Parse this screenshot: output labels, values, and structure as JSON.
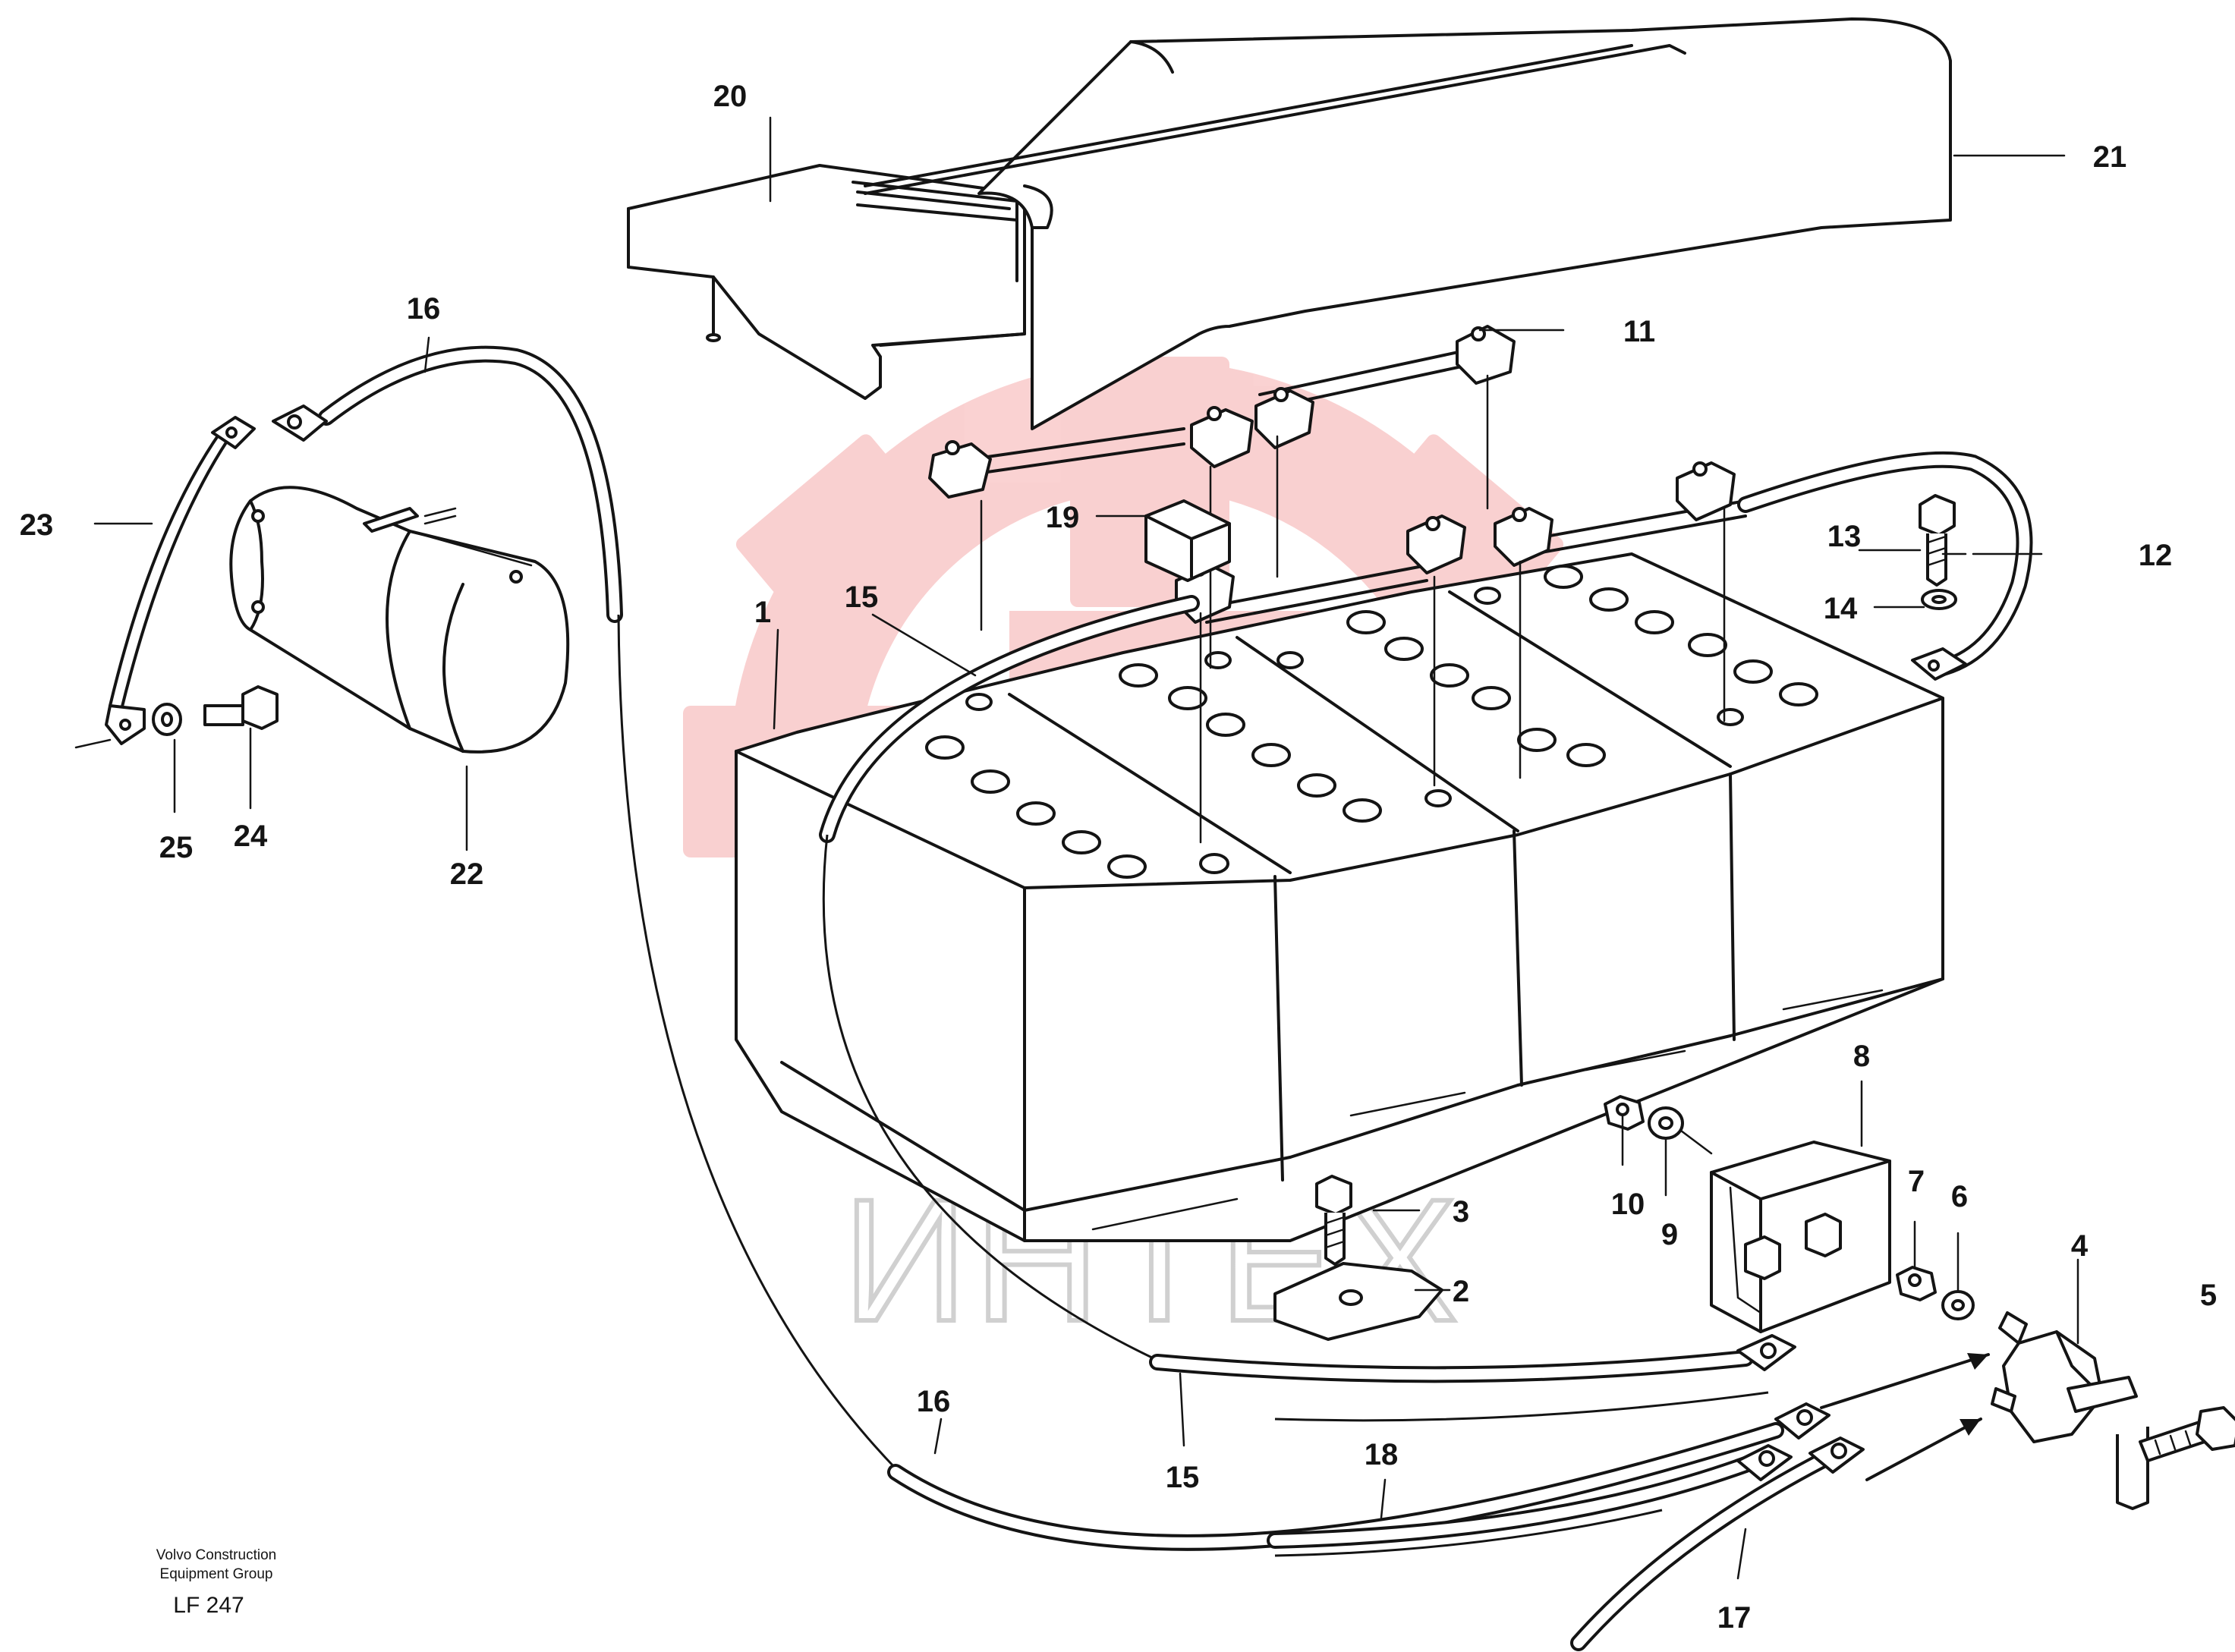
{
  "diagram": {
    "callouts": [
      {
        "id": "c1",
        "label": "1"
      },
      {
        "id": "c2",
        "label": "2"
      },
      {
        "id": "c3",
        "label": "3"
      },
      {
        "id": "c4",
        "label": "4"
      },
      {
        "id": "c5",
        "label": "5"
      },
      {
        "id": "c6",
        "label": "6"
      },
      {
        "id": "c7",
        "label": "7"
      },
      {
        "id": "c8",
        "label": "8"
      },
      {
        "id": "c9",
        "label": "9"
      },
      {
        "id": "c10",
        "label": "10"
      },
      {
        "id": "c11",
        "label": "11"
      },
      {
        "id": "c12",
        "label": "12"
      },
      {
        "id": "c13",
        "label": "13"
      },
      {
        "id": "c14",
        "label": "14"
      },
      {
        "id": "c15a",
        "label": "15"
      },
      {
        "id": "c15b",
        "label": "15"
      },
      {
        "id": "c16a",
        "label": "16"
      },
      {
        "id": "c16b",
        "label": "16"
      },
      {
        "id": "c17",
        "label": "17"
      },
      {
        "id": "c18",
        "label": "18"
      },
      {
        "id": "c19",
        "label": "19"
      },
      {
        "id": "c20",
        "label": "20"
      },
      {
        "id": "c21",
        "label": "21"
      },
      {
        "id": "c22",
        "label": "22"
      },
      {
        "id": "c23",
        "label": "23"
      },
      {
        "id": "c24",
        "label": "24"
      },
      {
        "id": "c25",
        "label": "25"
      }
    ],
    "caption": {
      "line1": "Volvo Construction",
      "line2": "Equipment Group",
      "code": "LF 247"
    },
    "watermark": {
      "text": "ИНТЕХ",
      "color": "#e83030"
    }
  }
}
